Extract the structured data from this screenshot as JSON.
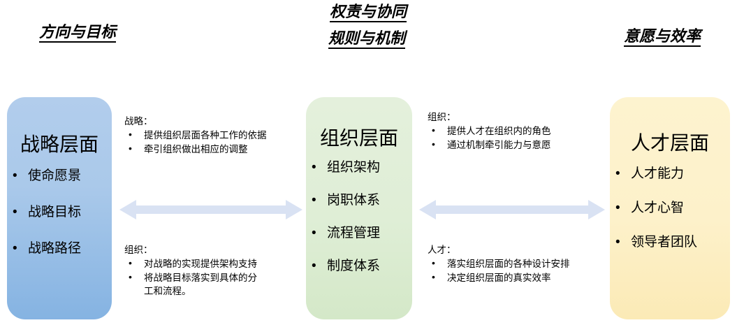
{
  "headers": {
    "left": "方向与目标",
    "middle_1": "权责与协同",
    "middle_2": "规则与机制",
    "right": "意愿与效率"
  },
  "colors": {
    "strategy_box": "#aac9ea",
    "organization_box": "#dfeed6",
    "talent_box": "#fdf1ca",
    "arrow": "#d9e2f3",
    "text": "#000000",
    "background": "#ffffff"
  },
  "pillars": [
    {
      "id": "strategy",
      "title": "战略层面",
      "items": [
        "使命愿景",
        "战略目标",
        "战略路径"
      ]
    },
    {
      "id": "organization",
      "title": "组织层面",
      "items": [
        "组织架构",
        "岗职体系",
        "流程管理",
        "制度体系"
      ]
    },
    {
      "id": "talent",
      "title": "人才层面",
      "items": [
        "人才能力",
        "人才心智",
        "领导者团队"
      ]
    }
  ],
  "notes": [
    {
      "id": "strategy-to-organization",
      "title": "战略：",
      "items": [
        {
          "line1": "提供组织层面各种工作的依据",
          "line2": ""
        },
        {
          "line1": "牵引组织做出相应的调整",
          "line2": ""
        }
      ]
    },
    {
      "id": "organization-to-strategy",
      "title": "组织：",
      "items": [
        {
          "line1": "对战略的实现提供架构支持",
          "line2": ""
        },
        {
          "line1": "将战略目标落实到具体的分",
          "line2": "工和流程。"
        }
      ]
    },
    {
      "id": "organization-to-talent",
      "title": "组织：",
      "items": [
        {
          "line1": "提供人才在组织内的角色",
          "line2": ""
        },
        {
          "line1": "通过机制牵引能力与意愿",
          "line2": ""
        }
      ]
    },
    {
      "id": "talent-to-organization",
      "title": "人才：",
      "items": [
        {
          "line1": "落实组织层面的各种设计安排",
          "line2": ""
        },
        {
          "line1": "决定组织层面的真实效率",
          "line2": ""
        }
      ]
    }
  ],
  "arrows": [
    {
      "id": "arrow-strategy-organization",
      "direction": "bidirectional"
    },
    {
      "id": "arrow-organization-talent",
      "direction": "bidirectional"
    }
  ]
}
